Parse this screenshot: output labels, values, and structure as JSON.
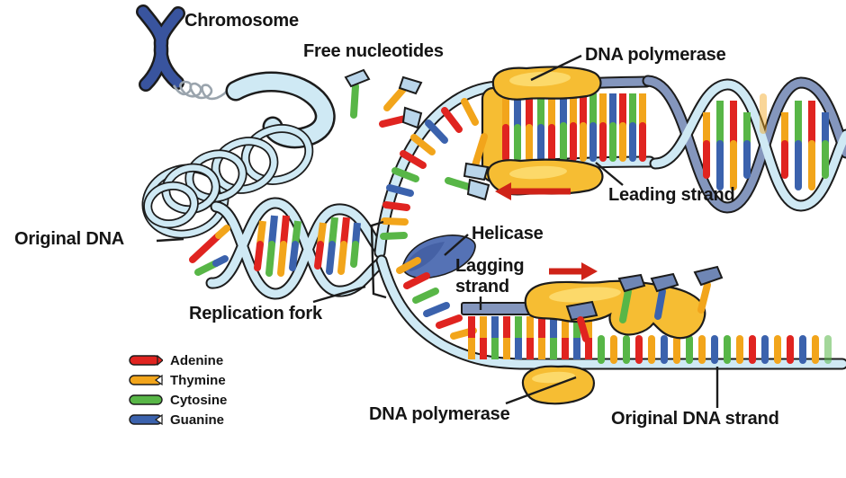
{
  "labels": {
    "chromosome": "Chromosome",
    "free_nucleotides": "Free nucleotides",
    "dna_polymerase_top": "DNA polymerase",
    "leading_strand": "Leading strand",
    "original_dna": "Original DNA",
    "helicase": "Helicase",
    "lagging_strand": "Lagging strand",
    "replication_fork": "Replication fork",
    "dna_polymerase_bottom": "DNA polymerase",
    "original_dna_strand": "Original DNA strand"
  },
  "legend": {
    "items": [
      {
        "label": "Adenine",
        "color": "#e02420"
      },
      {
        "label": "Thymine",
        "color": "#f2a51b"
      },
      {
        "label": "Cytosine",
        "color": "#58b647"
      },
      {
        "label": "Guanine",
        "color": "#3b62ad"
      }
    ]
  },
  "colors": {
    "adenine": "#e02420",
    "thymine": "#f2a51b",
    "cytosine": "#58b647",
    "guanine": "#3b62ad",
    "backbone": "#cfe9f4",
    "newstrand": "#8496bd",
    "enzyme": "#f6bd33",
    "enzymehi": "#fcd96a",
    "helicase": "#5572b5",
    "helicasedark": "#3f5a9e",
    "chromosome": "#39549e",
    "arrow": "#cf2318",
    "cap": "#b9d5ea",
    "capdark": "#6f86b5"
  }
}
